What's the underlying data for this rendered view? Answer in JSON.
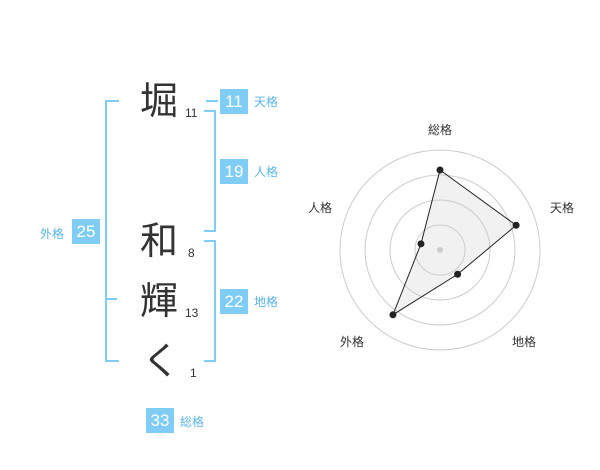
{
  "name_chars": [
    {
      "char": "堀",
      "strokes": "11"
    },
    {
      "char": "和",
      "strokes": "8"
    },
    {
      "char": "輝",
      "strokes": "13"
    },
    {
      "char": "く",
      "strokes": "1"
    }
  ],
  "fortune": {
    "tenkaku": {
      "value": "11",
      "label": "天格"
    },
    "jinkaku": {
      "value": "19",
      "label": "人格"
    },
    "chikaku": {
      "value": "22",
      "label": "地格"
    },
    "gaikaku": {
      "value": "25",
      "label": "外格"
    },
    "soukaku": {
      "value": "33",
      "label": "総格"
    }
  },
  "colors": {
    "accent": "#7fcdf5",
    "accent_text": "#5bb4e5",
    "text": "#333333"
  },
  "chart_data": {
    "type": "radar",
    "axes": [
      "総格",
      "天格",
      "地格",
      "外格",
      "人格"
    ],
    "values": [
      0.8,
      0.8,
      0.3,
      0.8,
      0.2
    ],
    "rings": 4,
    "range": [
      0,
      1
    ]
  }
}
